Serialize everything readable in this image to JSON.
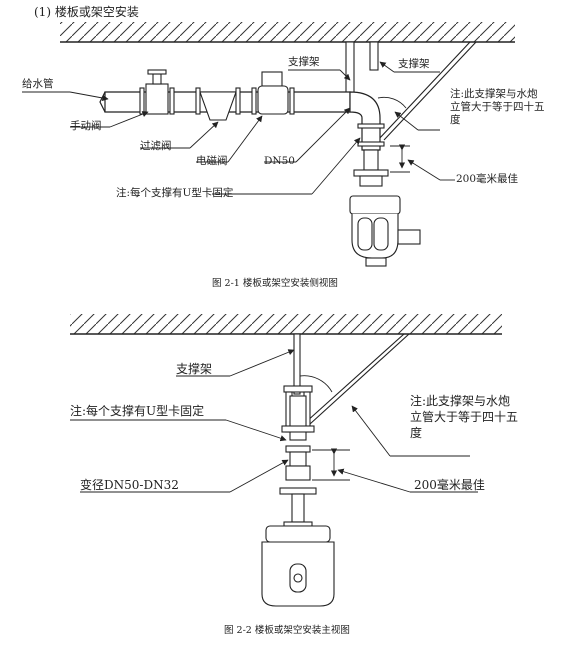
{
  "section_heading": "(1) 楼板或架空安装",
  "figure1": {
    "caption": "图 2-1 楼板或架空安装侧视图",
    "labels": {
      "water_pipe": "给水管",
      "hand_valve": "手动阀",
      "filter_valve": "过滤阀",
      "solenoid_valve": "电磁阀",
      "dn50": "DN50",
      "support_a": "支撑架",
      "support_b": "支撑架",
      "note_angle_1": "注:此支撑架与水炮",
      "note_angle_2": "立管大于等于四十五",
      "note_angle_3": "度",
      "best_200": "200毫米最佳",
      "note_ubolt": "注:每个支撑有U型卡固定"
    }
  },
  "figure2": {
    "caption": "图 2-2 楼板或架空安装主视图",
    "labels": {
      "support": "支撑架",
      "note_ubolt": "注:每个支撑有U型卡固定",
      "reducer": "变径DN50-DN32",
      "note_angle_1": "注:此支撑架与水炮",
      "note_angle_2": "立管大于等于四十五",
      "note_angle_3": "度",
      "best_200": "200毫米最佳"
    }
  }
}
